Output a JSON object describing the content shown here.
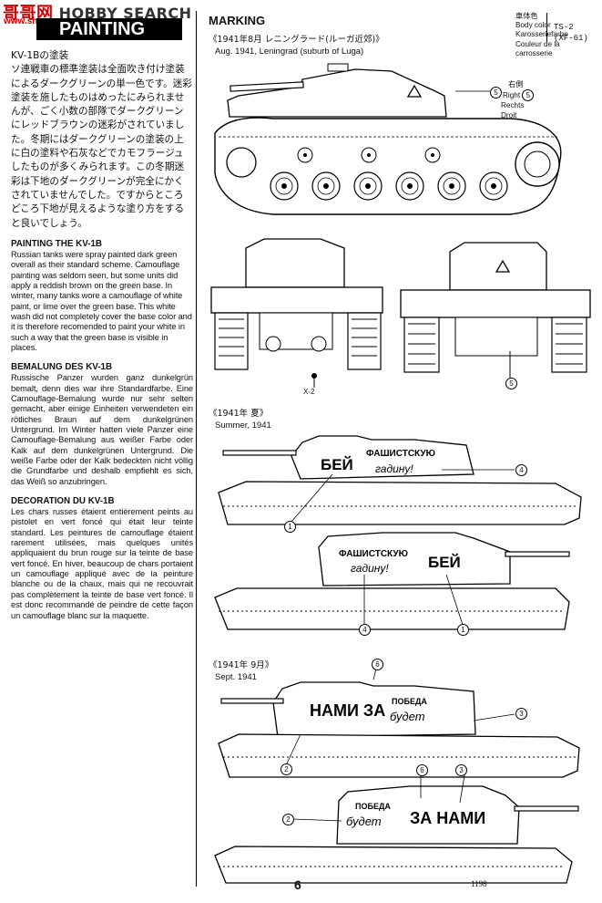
{
  "watermark": {
    "site_cn": "哥哥网",
    "site_en": "HOBBY SEARCH",
    "url": "www.shop.com"
  },
  "section": {
    "title": "PAINTING"
  },
  "left_column": {
    "jp_heading": "KV-1Bの塗装",
    "jp_text": "ソ連戦車の標準塗装は全面吹き付け塗装によるダークグリーンの単一色です。迷彩塗装を施したものはめったにみられませんが、ごく小数の部隊でダークグリーンにレッドブラウンの迷彩がされていました。冬期にはダークグリーンの塗装の上に白の塗料や石灰などでカモフラージュしたものが多くみられます。この冬期迷彩は下地のダークグリーンが完全にかくされていませんでした。ですからところどころ下地が見えるような塗り方をすると良いでしょう。",
    "en_heading": "PAINTING THE KV-1B",
    "en_text": "Russian tanks were spray painted dark green overall as their standard scheme. Camouflage painting was seldom seen, but some units did apply a reddish brown on the green base. In winter, many tanks wore a camouflage of white paint, or lime over the green base. This white wash did not completely cover the base color and it is therefore recomended to paint your white in such a way that the green base is visible in places.",
    "de_heading": "BEMALUNG DES KV-1B",
    "de_text": "Russische Panzer wurden ganz dunkelgrün bemalt, denn dies war ihre Standardfarbe. Eine Camouflage-Bemalung wurde nur sehr selten gemacht, aber einige Einheiten verwendeten ein rötliches Braun auf dem dunkelgrünen Untergrund. Im Winter hatten viele Panzer eine Camouflage-Bemalung aus weißer Farbe oder Kalk auf dem dunkelgrünen Untergrund. Die weiße Farbe oder der Kalk bedeckten nicht völlig die Grundfarbe und deshalb empfiehlt es sich, das Weiß so anzubringen.",
    "fr_heading": "DECORATION DU KV-1B",
    "fr_text": "Les chars russes étaient entièrement peints au pistolet en vert foncé qui était leur teinte standard. Les peintures de camouflage étaient rarement utilisées, mais quelques unités appliquaient du brun rouge sur la teinte de base vert foncé. En hiver, beaucoup de chars portaient un camouflage appliqué avec de la peinture blanche ou de la chaux, mais qui ne recouvrait pas complètement la teinte de base vert foncé. Il est donc recommandé de peindre de cette façon un camouflage blanc sur la maquette."
  },
  "marking": {
    "title": "MARKING",
    "cap1_jp": "《1941年8月 レニングラード(ルーガ近郊)》",
    "cap1_en": "Aug. 1941, Leningrad (suburb of Luga)",
    "cap2_jp": "《1941年 夏》",
    "cap2_en": "Summer, 1941",
    "cap3_jp": "《1941年 9月》",
    "cap3_en": "Sept. 1941"
  },
  "color_key": {
    "jp": "車体色",
    "en": "Body color",
    "de": "Karosseriefarbe",
    "fr1": "Couleur de la",
    "fr2": "carrosserie",
    "code": "TS-2",
    "code2": "(XF-61)"
  },
  "side_key": {
    "num": "5",
    "jp": "右側",
    "en": "Right",
    "de": "Rechts",
    "fr": "Droit"
  },
  "callouts": {
    "c1": "1",
    "c2": "2",
    "c3": "3",
    "c4": "4",
    "c5": "5",
    "c6": "6",
    "x2": "X-2"
  },
  "slogans": {
    "bey": "БЕЙ",
    "fasc1": "ФАШИСТСКУЮ",
    "fasc2": "гадину!",
    "nami_za": "НАМИ ЗА",
    "za_nami": "ЗА НАМИ",
    "pobeda": "ПОБЕДА",
    "budet": "будет"
  },
  "footer": {
    "page": "6",
    "code": "1198"
  }
}
